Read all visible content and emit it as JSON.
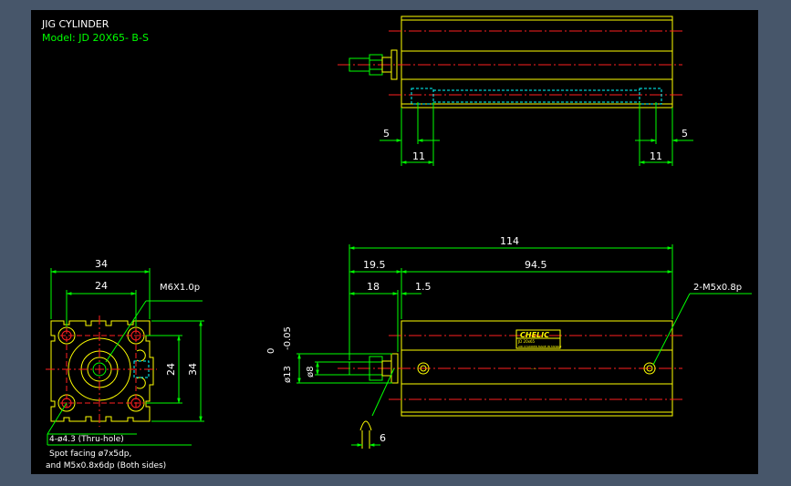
{
  "title": {
    "line1": "JIG CYLINDER",
    "line2": "Model: JD 20X65- B-S"
  },
  "top_view": {
    "dim_left_5": "5",
    "dim_left_11": "11",
    "dim_right_5": "5",
    "dim_right_11": "11"
  },
  "end_view": {
    "width_outer": "34",
    "width_inner": "24",
    "thread_label": "M6X1.0p",
    "height_inner": "24",
    "height_outer": "34",
    "hole_note": "4-ø4.3 (Thru-hole)",
    "spot_note_1": "Spot facing ø7x5dp,",
    "spot_note_2": "and M5x0.8x6dp (Both sides)"
  },
  "side_view": {
    "overall_length": "114",
    "dim_19_5": "19.5",
    "dim_94_5": "94.5",
    "dim_18": "18",
    "dim_1_5": "1.5",
    "port_label": "2-M5x0.8p",
    "rod_tolerance_upper": "0",
    "rod_tolerance_lower": "-0.05",
    "rod_diameter": "ø13",
    "shaft_diameter": "ø8",
    "dim_6": "6",
    "nameplate_brand": "CHELIC",
    "nameplate_line1": "JD 20x65",
    "nameplate_line2": "AIR CYLINDER MADE IN TAIWAN"
  },
  "colors": {
    "viewport_bg": "#000000",
    "frame_bg": "#47566a",
    "outline": "#ffff00",
    "dimension": "#00ff00",
    "centerline": "#ff2020",
    "hidden": "#00ffff",
    "text": "#ffffff"
  }
}
